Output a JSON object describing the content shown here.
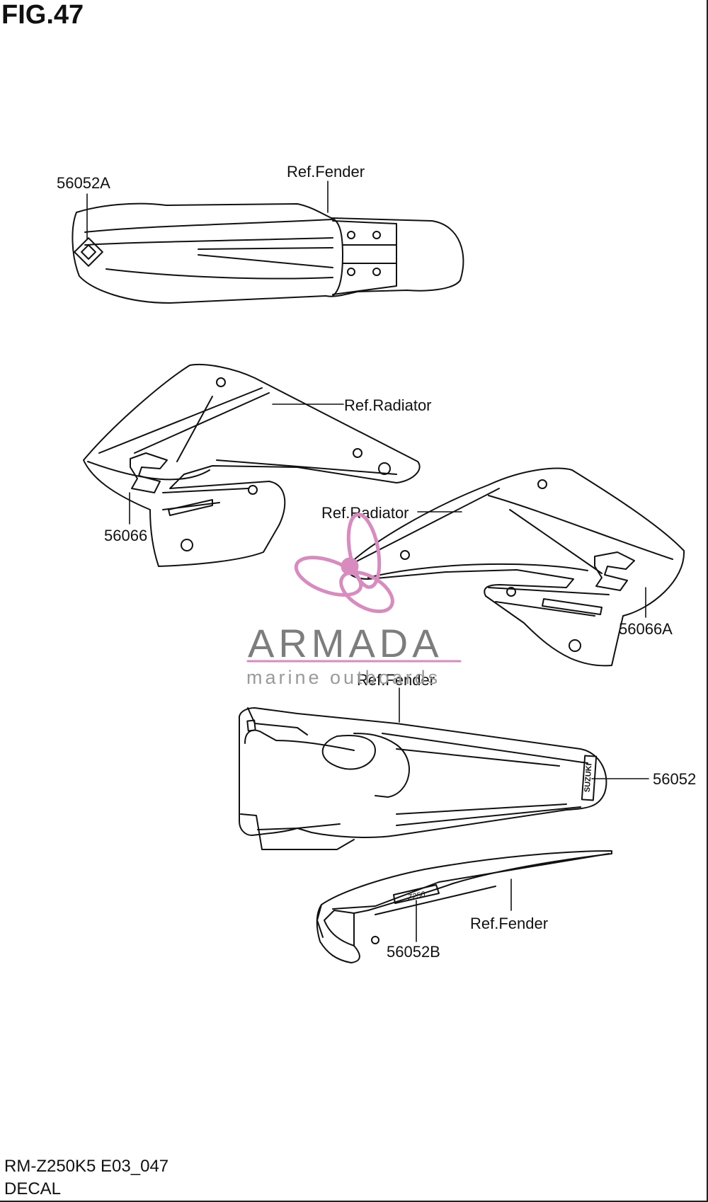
{
  "figure": {
    "title": "FIG.47",
    "code": "RM-Z250K5 E03_047",
    "description": "DECAL"
  },
  "callouts": {
    "front_fender_ref": "Ref.Fender",
    "part_56052A": "56052A",
    "radiator_left_ref": "Ref.Radiator",
    "part_56066": "56066",
    "radiator_right_ref": "Ref.Radiator",
    "part_56066A": "56066A",
    "rear_fender_ref": "Ref.Fender",
    "part_56052": "56052",
    "side_fender_ref": "Ref.Fender",
    "part_56052B": "56052B"
  },
  "decal_text": {
    "rear_fender_decal": "SUZUKI",
    "side_decal": "Z250"
  },
  "watermark": {
    "brand": "ARMADA",
    "tagline": "marine outboards",
    "logo_color": "#d98bbf",
    "text_color": "#7d7d7d"
  }
}
